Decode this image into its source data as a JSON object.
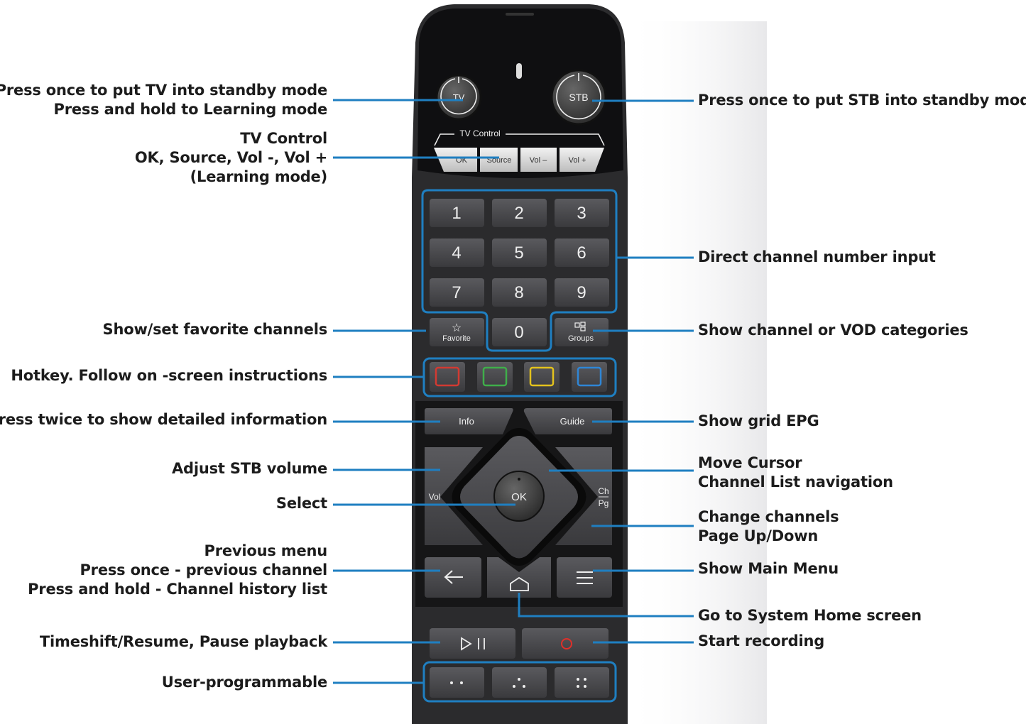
{
  "colors": {
    "callout_line": "#1f7fc1",
    "remote_body": "#2b2b2d",
    "remote_top": "#0d0d0f",
    "hotkeys": [
      "#d23a32",
      "#3fae4a",
      "#e3c21d",
      "#2f86d6"
    ],
    "record": "#e0302a"
  },
  "remote": {
    "tv_power": "TV",
    "stb_power": "STB",
    "tv_control_title": "TV Control",
    "tv_control_buttons": [
      "OK",
      "Source",
      "Vol –",
      "Vol +"
    ],
    "digits": [
      "1",
      "2",
      "3",
      "4",
      "5",
      "6",
      "7",
      "8",
      "9",
      "0"
    ],
    "favorite": "Favorite",
    "groups": "Groups",
    "info": "Info",
    "guide": "Guide",
    "vol": "Vol",
    "ok": "OK",
    "ch": "Ch",
    "pg": "Pg",
    "back_icon": "arrow-left-icon",
    "home_icon": "home-icon",
    "menu_icon": "hamburger-icon",
    "play_pause_icon": "play-pause-icon",
    "record_icon": "record-circle-icon",
    "user_buttons": [
      "two-dots-icon",
      "three-dots-icon",
      "four-dots-icon"
    ]
  },
  "left_labels": [
    {
      "lines": [
        "Press once to put TV into standby mode",
        "Press and hold to Learning mode"
      ]
    },
    {
      "lines": [
        "TV Control",
        "OK, Source, Vol -, Vol +",
        "(Learning mode)"
      ]
    },
    {
      "lines": [
        "Show/set favorite channels"
      ]
    },
    {
      "lines": [
        "Hotkey. Follow on -screen instructions"
      ]
    },
    {
      "lines": [
        "Press twice to show detailed information"
      ]
    },
    {
      "lines": [
        "Adjust STB volume"
      ]
    },
    {
      "lines": [
        "Select"
      ]
    },
    {
      "lines": [
        "Previous menu",
        "Press once - previous channel",
        "Press and hold - Channel history list"
      ]
    },
    {
      "lines": [
        "Timeshift/Resume, Pause playback"
      ]
    },
    {
      "lines": [
        "User-programmable"
      ]
    }
  ],
  "right_labels": [
    {
      "lines": [
        "Press once to put STB into standby mode"
      ]
    },
    {
      "lines": [
        "Direct channel number input"
      ]
    },
    {
      "lines": [
        "Show channel or VOD categories"
      ]
    },
    {
      "lines": [
        "Show grid EPG"
      ]
    },
    {
      "lines": [
        "Move Cursor",
        "Channel List navigation"
      ]
    },
    {
      "lines": [
        "Change channels",
        "Page Up/Down"
      ]
    },
    {
      "lines": [
        "Show Main Menu"
      ]
    },
    {
      "lines": [
        "Go to System Home screen"
      ]
    },
    {
      "lines": [
        "Start recording"
      ]
    }
  ]
}
